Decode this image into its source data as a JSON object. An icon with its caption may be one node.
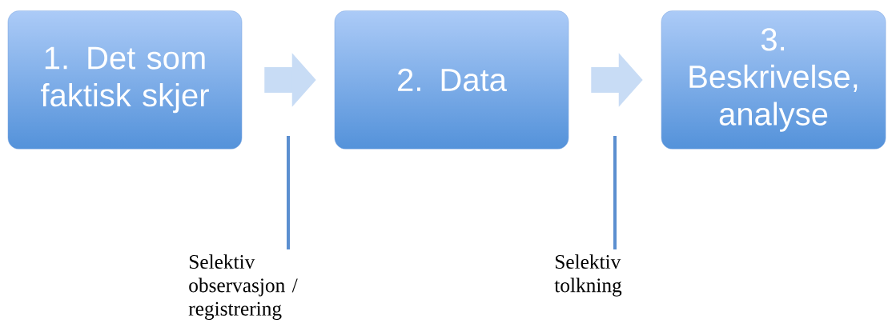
{
  "diagram": {
    "nodes": [
      {
        "text": [
          "1. Det som faktisk skjer"
        ]
      },
      {
        "text": [
          "2. Data"
        ]
      },
      {
        "text": [
          "3. Beskrivelse, analyse"
        ]
      },
      {
        "text": [
          "Selektiv observasjon / registrering"
        ]
      },
      {
        "text": [
          "Selektiv tolkning"
        ]
      }
    ],
    "edges": [
      {
        "from": 0,
        "to": 1,
        "arrow": "to",
        "style": "thick",
        "color": "#c8dcf5"
      },
      {
        "from": 1,
        "to": 2,
        "arrow": "to",
        "style": "thick",
        "color": "#c8dcf5"
      },
      {
        "from": 3,
        "to": null,
        "arrow": "none",
        "color": "#5b8fd0"
      },
      {
        "from": 4,
        "to": null,
        "arrow": "none",
        "color": "#5b8fd0"
      }
    ]
  }
}
